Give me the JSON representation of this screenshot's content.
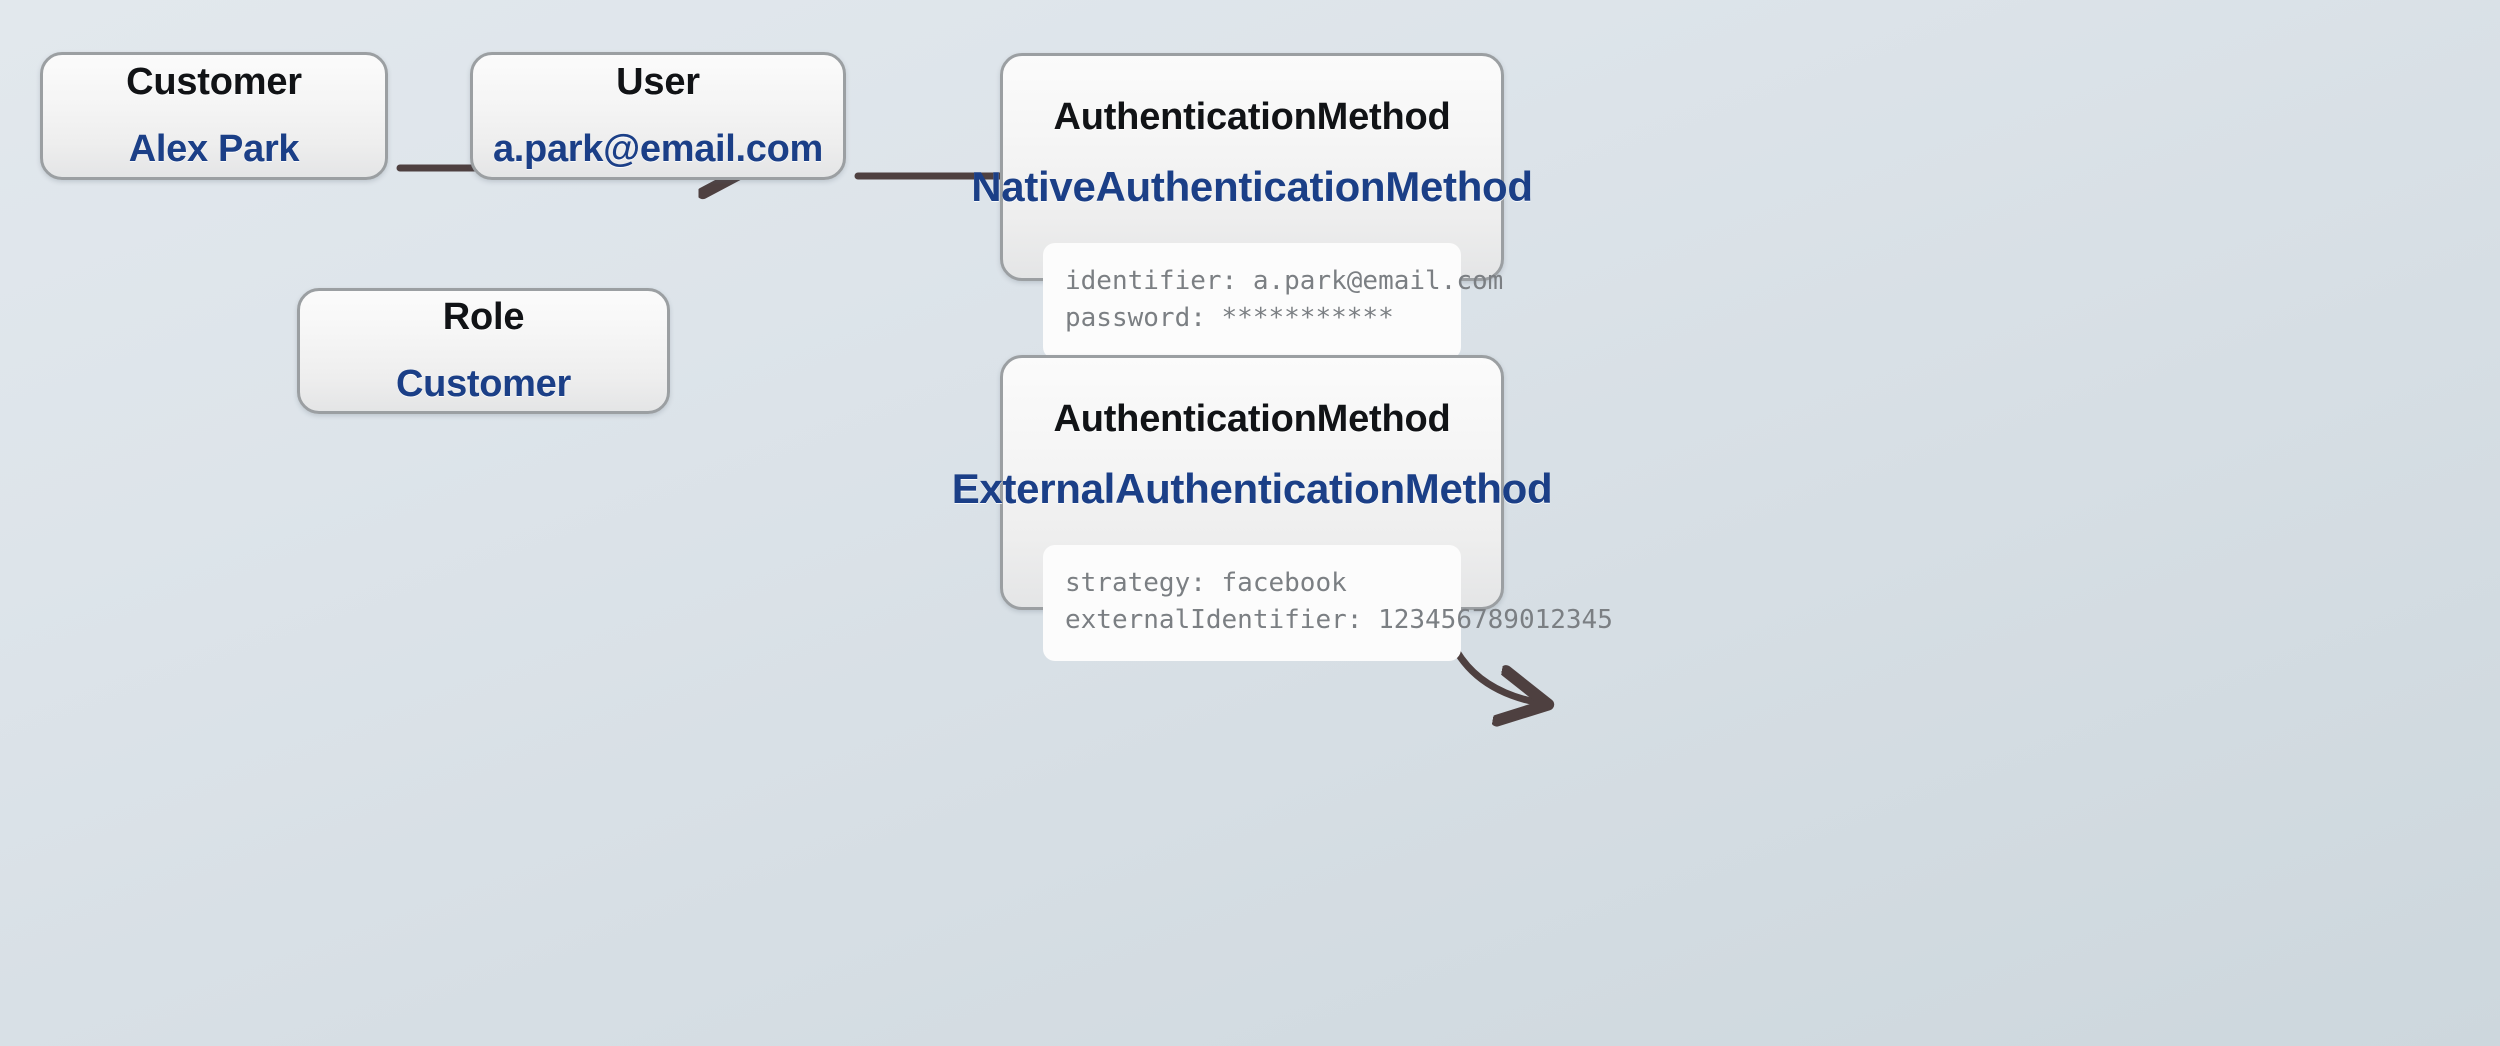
{
  "diagram": {
    "title": "User authentication method domain model",
    "background_top_color": "#e2e8ed",
    "background_bottom_color": "#cdd7dd",
    "node_border_color": "#9b9fa2",
    "type_text_color": "#111316",
    "value_text_color": "#1b3f87",
    "attribute_text_color": "#7b7f83",
    "edge_color": "#4e4040"
  },
  "nodes": {
    "customer": {
      "type_label": "Customer",
      "value_label": "Alex Park"
    },
    "user": {
      "type_label": "User",
      "value_label": "a.park@email.com"
    },
    "role": {
      "type_label": "Role",
      "value_label": "Customer"
    },
    "native_auth": {
      "type_label": "AuthenticationMethod",
      "value_label": "NativeAuthenticationMethod",
      "attributes": [
        "identifier: a.park@email.com",
        "password: ***********"
      ]
    },
    "external_auth": {
      "type_label": "AuthenticationMethod",
      "value_label": "ExternalAuthenticationMethod",
      "attributes": [
        "strategy: facebook",
        "externalIdentifier: 123456789012345"
      ]
    }
  },
  "edges": [
    {
      "name": "customer-to-user",
      "from": "customer",
      "to": "user",
      "style": "straight"
    },
    {
      "name": "user-to-native-auth",
      "from": "user",
      "to": "native_auth",
      "style": "straight"
    },
    {
      "name": "user-to-role",
      "from": "user",
      "to": "role",
      "style": "curved"
    },
    {
      "name": "user-to-external-auth",
      "from": "user",
      "to": "external_auth",
      "style": "curved"
    }
  ]
}
